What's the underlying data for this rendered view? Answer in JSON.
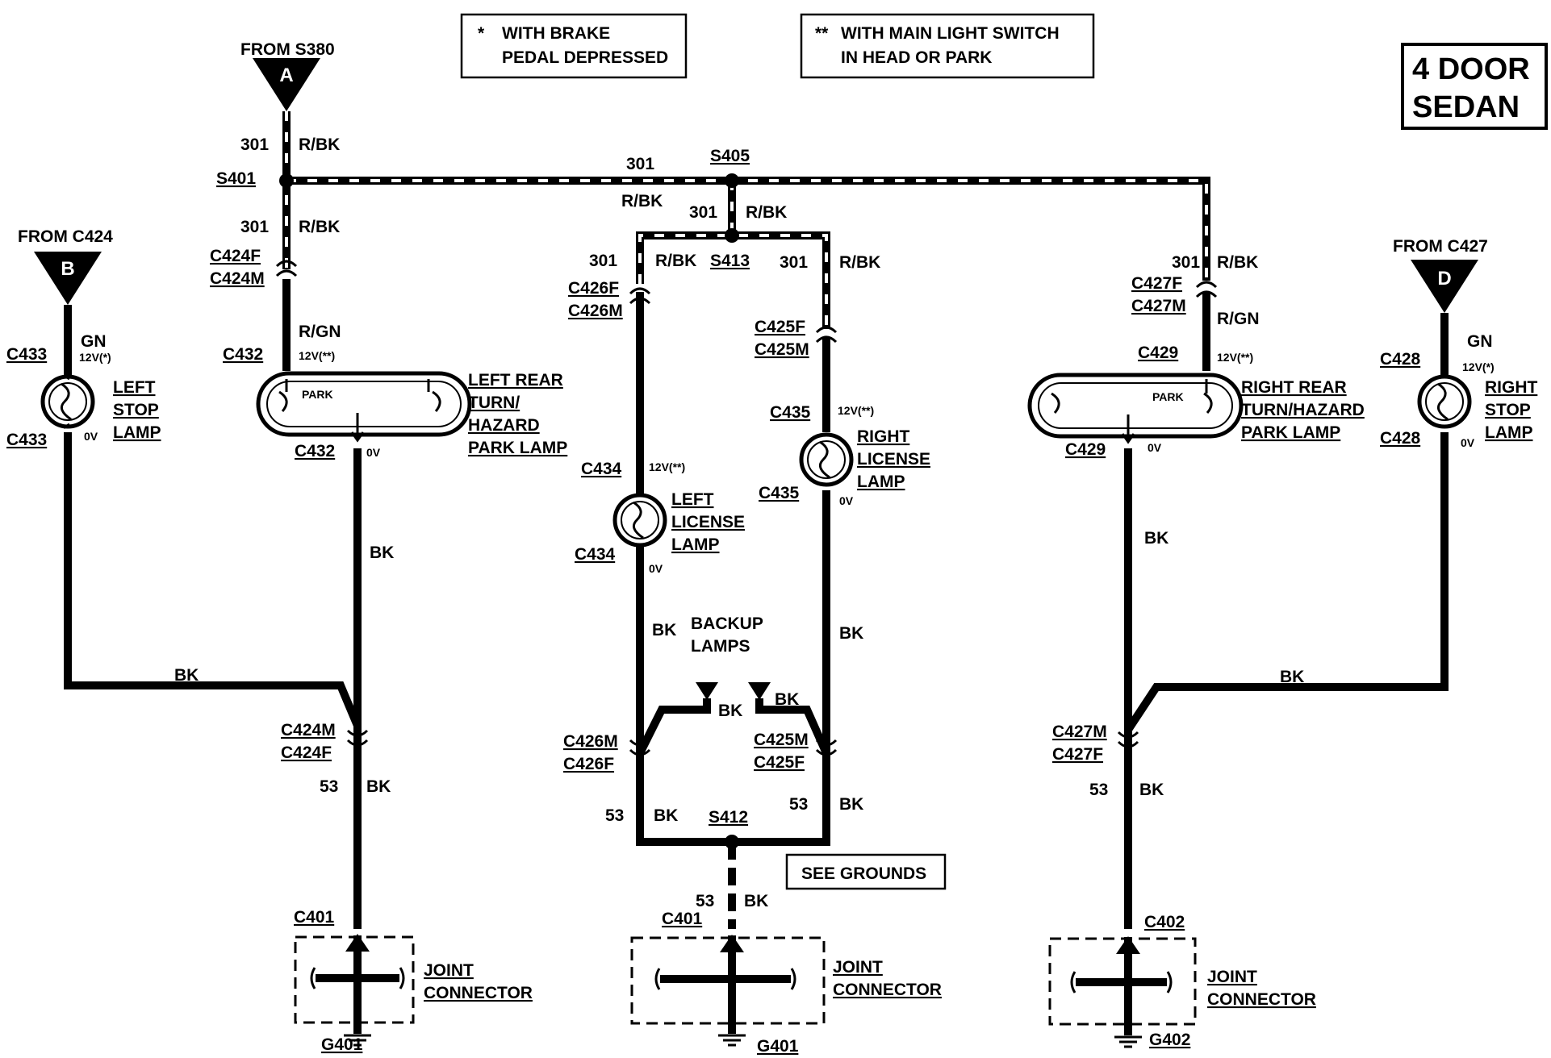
{
  "notes": {
    "star": "*",
    "brake_line1": "WITH BRAKE",
    "brake_line2": "PEDAL DEPRESSED",
    "dstar": "**",
    "light_line1": "WITH MAIN LIGHT SWITCH",
    "light_line2": "IN HEAD OR PARK"
  },
  "badge": {
    "line1": "4 DOOR",
    "line2": "SEDAN"
  },
  "sources": [
    {
      "from": "FROM S380",
      "letter": "A"
    },
    {
      "from": "FROM C424",
      "letter": "B"
    },
    {
      "from": "FROM C427",
      "letter": "D"
    }
  ],
  "splices": {
    "s401": "S401",
    "s405": "S405",
    "s413": "S413",
    "s412": "S412"
  },
  "circuits": {
    "c301": "301",
    "c53": "53"
  },
  "colors": {
    "rbk": "R/BK",
    "rgn": "R/GN",
    "gn": "GN",
    "bk": "BK"
  },
  "voltages": {
    "v12s": "12V(*)",
    "v12d": "12V(**)",
    "v0": "0V"
  },
  "connectors": {
    "c424f": "C424F",
    "c424m": "C424M",
    "c432": "C432",
    "c433": "C433",
    "c426f": "C426F",
    "c426m": "C426M",
    "c425f": "C425F",
    "c425m": "C425M",
    "c434": "C434",
    "c435": "C435",
    "c427f": "C427F",
    "c427m": "C427M",
    "c429": "C429",
    "c428": "C428",
    "c401": "C401",
    "c402": "C402"
  },
  "components": {
    "park": "PARK",
    "left_stop": [
      "LEFT",
      "STOP",
      "LAMP"
    ],
    "left_rear": [
      "LEFT REAR",
      "TURN/",
      "HAZARD",
      "PARK LAMP"
    ],
    "left_license": [
      "LEFT",
      "LICENSE",
      "LAMP"
    ],
    "right_license": [
      "RIGHT",
      "LICENSE",
      "LAMP"
    ],
    "right_rear": [
      "RIGHT REAR",
      "TURN/HAZARD",
      "PARK LAMP"
    ],
    "right_stop": [
      "RIGHT",
      "STOP",
      "LAMP"
    ],
    "backup": [
      "BACKUP",
      "LAMPS"
    ],
    "joint": [
      "JOINT",
      "CONNECTOR"
    ]
  },
  "see_grounds": "SEE GROUNDS",
  "grounds": {
    "g401": "G401",
    "g402": "G402"
  }
}
